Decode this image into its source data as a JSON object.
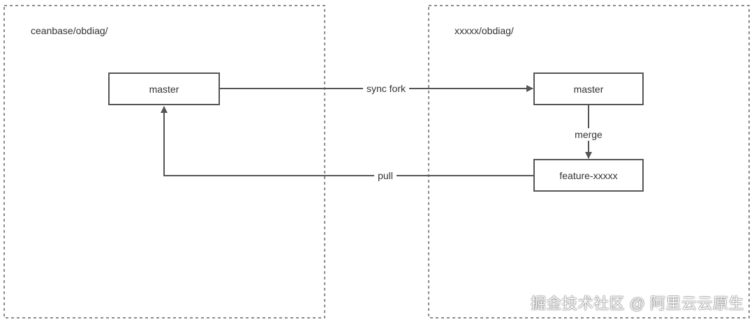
{
  "repos": {
    "upstream": {
      "label": "ceanbase/obdiag/"
    },
    "fork": {
      "label": "xxxxx/obdiag/"
    }
  },
  "nodes": {
    "upstream_master": "master",
    "fork_master": "master",
    "feature": "feature-xxxxx"
  },
  "edges": {
    "sync_fork": "sync fork",
    "merge": "merge",
    "pull": "pull"
  },
  "watermark": "掘金技术社区 @ 阿里云云原生",
  "colors": {
    "line": "#555555",
    "border": "#555555",
    "dashed_border": "#666666"
  }
}
